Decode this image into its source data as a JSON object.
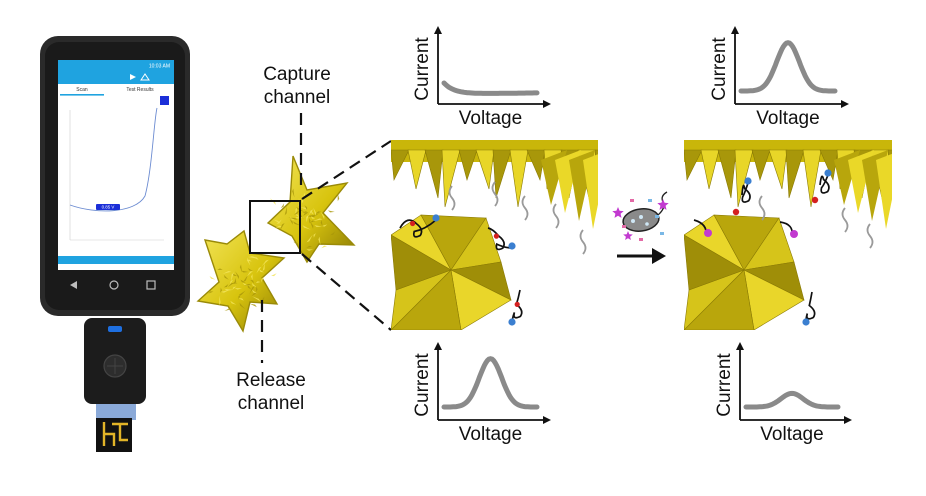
{
  "phone": {
    "status_time": "10:03 AM",
    "tabs": [
      "Scan",
      "Test Results"
    ],
    "peak_badge": "0.85 V"
  },
  "labels": {
    "capture_line1": "Capture",
    "capture_line2": "channel",
    "release_line1": "Release",
    "release_line2": "channel"
  },
  "plots": [
    {
      "id": "capture-before",
      "ylabel": "Current",
      "xlabel": "Voltage",
      "shape": "decay"
    },
    {
      "id": "capture-after",
      "ylabel": "Current",
      "xlabel": "Voltage",
      "shape": "tall-peak"
    },
    {
      "id": "release-before",
      "ylabel": "Current",
      "xlabel": "Voltage",
      "shape": "tall-peak"
    },
    {
      "id": "release-after",
      "ylabel": "Current",
      "xlabel": "Voltage",
      "shape": "small-peak"
    }
  ],
  "colors": {
    "gold": "#d8c40e",
    "gold_dark": "#8a7a05",
    "curve": "#8a8a8a",
    "accent_blue": "#1fa3e0",
    "bead_blue": "#3b7fd0",
    "bead_red": "#d42020",
    "target_purple": "#c23ad0"
  }
}
